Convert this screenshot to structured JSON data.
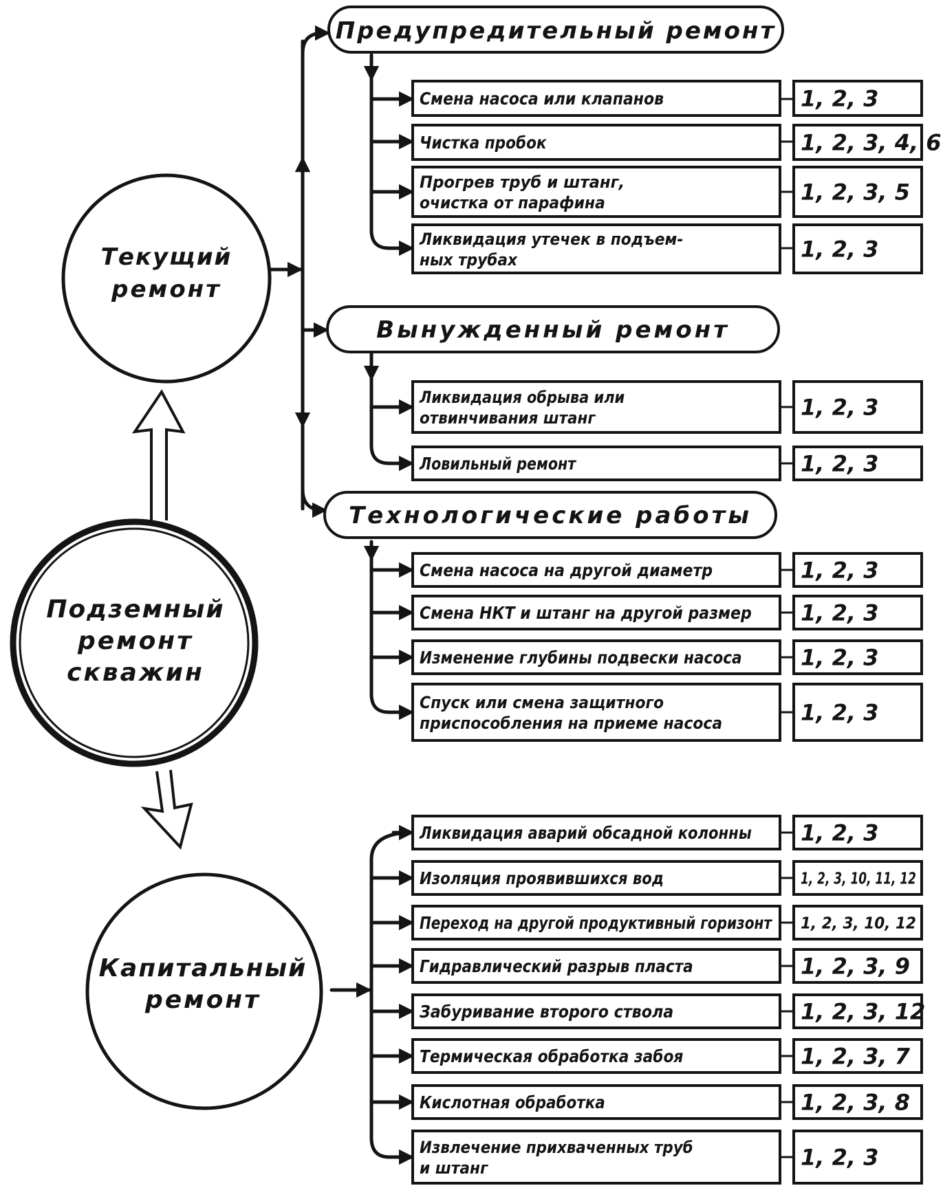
{
  "colors": {
    "ink": "#141414",
    "paper": "#ffffff"
  },
  "nodes": {
    "current": [
      "Текущий",
      "ремонт"
    ],
    "underground": [
      "Подземный",
      "ремонт",
      "скважин"
    ],
    "capital": [
      "Капитальный",
      "ремонт"
    ]
  },
  "groups": [
    {
      "title": "Предупредительный ремонт",
      "items": [
        {
          "lines": [
            "Смена насоса или клапанов"
          ],
          "codes": "1, 2, 3"
        },
        {
          "lines": [
            "Чистка пробок"
          ],
          "codes": "1, 2, 3, 4, 6"
        },
        {
          "lines": [
            "Прогрев труб и штанг,",
            "очистка от парафина"
          ],
          "codes": "1, 2, 3, 5"
        },
        {
          "lines": [
            "Ликвидация утечек в подъем-",
            "ных трубах"
          ],
          "codes": "1, 2, 3"
        }
      ]
    },
    {
      "title": "Вынужденный ремонт",
      "items": [
        {
          "lines": [
            "Ликвидация обрыва или",
            "отвинчивания штанг"
          ],
          "codes": "1, 2, 3"
        },
        {
          "lines": [
            "Ловильный ремонт"
          ],
          "codes": "1, 2, 3"
        }
      ]
    },
    {
      "title": "Технологические работы",
      "items": [
        {
          "lines": [
            "Смена насоса на другой диаметр"
          ],
          "codes": "1, 2, 3"
        },
        {
          "lines": [
            "Смена НКТ и штанг на другой размер"
          ],
          "codes": "1, 2, 3"
        },
        {
          "lines": [
            "Изменение глубины подвески насоса"
          ],
          "codes": "1, 2, 3"
        },
        {
          "lines": [
            "Спуск или смена защитного",
            "приспособления на приеме насоса"
          ],
          "codes": "1, 2, 3"
        }
      ]
    }
  ],
  "capital_items": [
    {
      "lines": [
        "Ликвидация аварий обсадной колонны"
      ],
      "codes": "1, 2, 3"
    },
    {
      "lines": [
        "Изоляция проявившихся вод"
      ],
      "codes": "1, 2, 3, 10, 11, 12"
    },
    {
      "lines": [
        "Переход на другой продуктивный горизонт"
      ],
      "codes": "1, 2, 3, 10, 12"
    },
    {
      "lines": [
        "Гидравлический разрыв пласта"
      ],
      "codes": "1, 2, 3, 9"
    },
    {
      "lines": [
        "Забуривание второго ствола"
      ],
      "codes": "1, 2, 3, 12"
    },
    {
      "lines": [
        "Термическая обработка забоя"
      ],
      "codes": "1, 2, 3, 7"
    },
    {
      "lines": [
        "Кислотная обработка"
      ],
      "codes": "1, 2, 3, 8"
    },
    {
      "lines": [
        "Извлечение прихваченных труб",
        "и штанг"
      ],
      "codes": "1, 2, 3"
    }
  ]
}
